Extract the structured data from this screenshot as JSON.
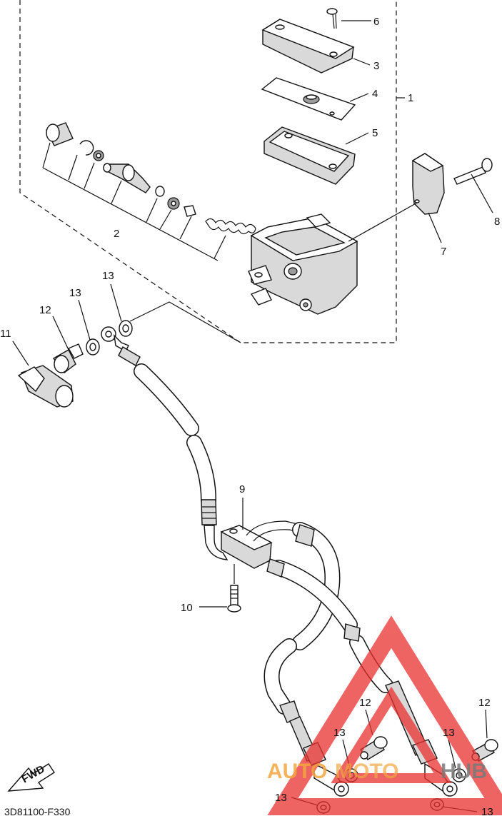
{
  "diagram": {
    "callouts": [
      {
        "id": "c1",
        "label": "1"
      },
      {
        "id": "c2",
        "label": "2"
      },
      {
        "id": "c3",
        "label": "3"
      },
      {
        "id": "c4",
        "label": "4"
      },
      {
        "id": "c5",
        "label": "5"
      },
      {
        "id": "c6",
        "label": "6"
      },
      {
        "id": "c7",
        "label": "7"
      },
      {
        "id": "c8",
        "label": "8"
      },
      {
        "id": "c9",
        "label": "9"
      },
      {
        "id": "c10",
        "label": "10"
      },
      {
        "id": "c11",
        "label": "11"
      },
      {
        "id": "c12a",
        "label": "12"
      },
      {
        "id": "c12b",
        "label": "12"
      },
      {
        "id": "c12c",
        "label": "12"
      },
      {
        "id": "c13a",
        "label": "13"
      },
      {
        "id": "c13b",
        "label": "13"
      },
      {
        "id": "c13c",
        "label": "13"
      },
      {
        "id": "c13d",
        "label": "13"
      },
      {
        "id": "c13e",
        "label": "13"
      },
      {
        "id": "c13f",
        "label": "13"
      }
    ],
    "fwd_label": "FWD",
    "diagram_code": "3D81100-F330",
    "watermark": {
      "part1": "AUTO",
      "part2": "MOTO",
      "part3": "HUB",
      "triangle_color": "#e8312f",
      "text_color": "#f4a640"
    }
  }
}
